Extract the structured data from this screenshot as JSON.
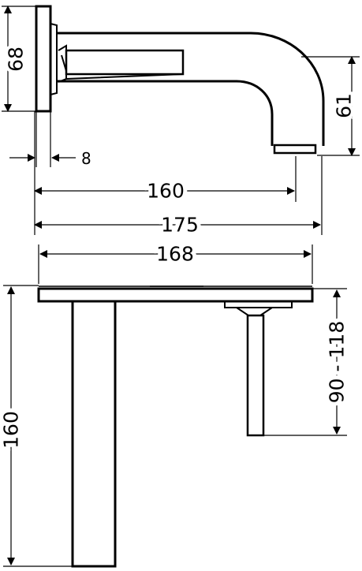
{
  "drawing": {
    "type": "technical dimension drawing",
    "colors": {
      "line": "#000000",
      "background": "#ffffff"
    }
  },
  "top_view": {
    "dimensions": {
      "rosette_height": "68",
      "spout_drop": "61",
      "rosette_depth": "8",
      "spout_reach_center": "160",
      "spout_reach_total": "175"
    }
  },
  "bottom_view": {
    "dimensions": {
      "plate_width": "168",
      "body_height": "160",
      "installation_range": "90 - 118"
    }
  }
}
